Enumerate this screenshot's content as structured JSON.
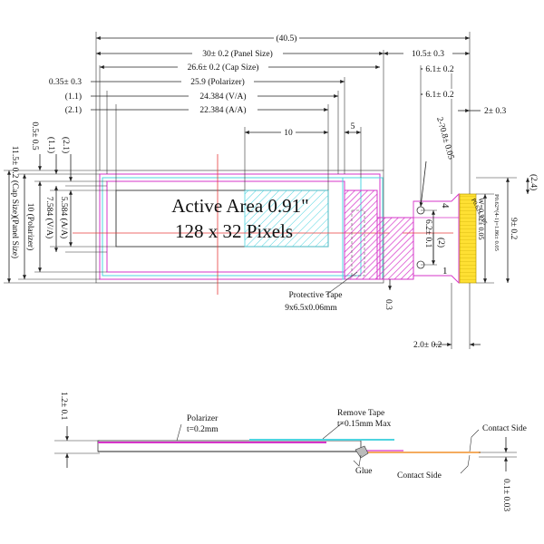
{
  "top_dims": {
    "overall": "(40.5)",
    "panel": "30± 0.2 (Panel Size)",
    "cap": "26.6± 0.2 (Cap Size)",
    "polarizer": "25.9 (Polarizer)",
    "va": "24.384 (V/A)",
    "aa": "22.384 (A/A)",
    "left_035": "0.35± 0.3",
    "left_11": "(1.1)",
    "left_21": "(2.1)",
    "ten": "10",
    "five": "5",
    "fpc_105": "10.5± 0.3",
    "fpc_61a": "6.1± 0.2",
    "fpc_61b": "6.1± 0.2",
    "fpc_2": "2± 0.3"
  },
  "left_dims": {
    "d05": "0.5± 0.5",
    "d11": "(1.1)",
    "d21": "(2.1)",
    "aa": "5.584 (A/A)",
    "va": "7.584 (V/A)",
    "pol": "10 (Polarizer)",
    "cap": "11.5± 0.2 (Cap Size)",
    "panel": "(Panel Size)"
  },
  "active_area": {
    "line1": "Active Area 0.91\"",
    "line2": "128 x 32 Pixels"
  },
  "fpc": {
    "diag": "2-?0.8± 0.05",
    "pin4": "4",
    "pin1": "1",
    "h62": "6.2± 0.1",
    "h2": "(2)",
    "d03": "0.3",
    "h9": "9± 0.2",
    "h24": "(2.4)",
    "w032": "W=0.32± 0.05",
    "pitch": "P0.62*(4-1)=1.86± 0.05",
    "p062": "P0.62± 0.05",
    "bottom2": "2.0± 0.2"
  },
  "protective_tape": {
    "line1": "Protective Tape",
    "line2": "9x6.5x0.06mm"
  },
  "side_view": {
    "thickness": "1.2± 0.1",
    "polarizer_line1": "Polarizer",
    "polarizer_line2": "t=0.2mm",
    "remove_tape_line1": "Remove Tape",
    "remove_tape_line2": "t=0.15mm Max",
    "contact_side_right": "Contact Side",
    "glue": "Glue",
    "contact_side_bottom": "Contact Side",
    "fpc_thickness": "0.1± 0.03"
  },
  "colors": {
    "magenta": "#d634c9",
    "cyan": "#4fd4e0",
    "red": "#e63b3b",
    "yellow": "#ffe033",
    "orange": "#f0902a",
    "line": "#222222"
  }
}
